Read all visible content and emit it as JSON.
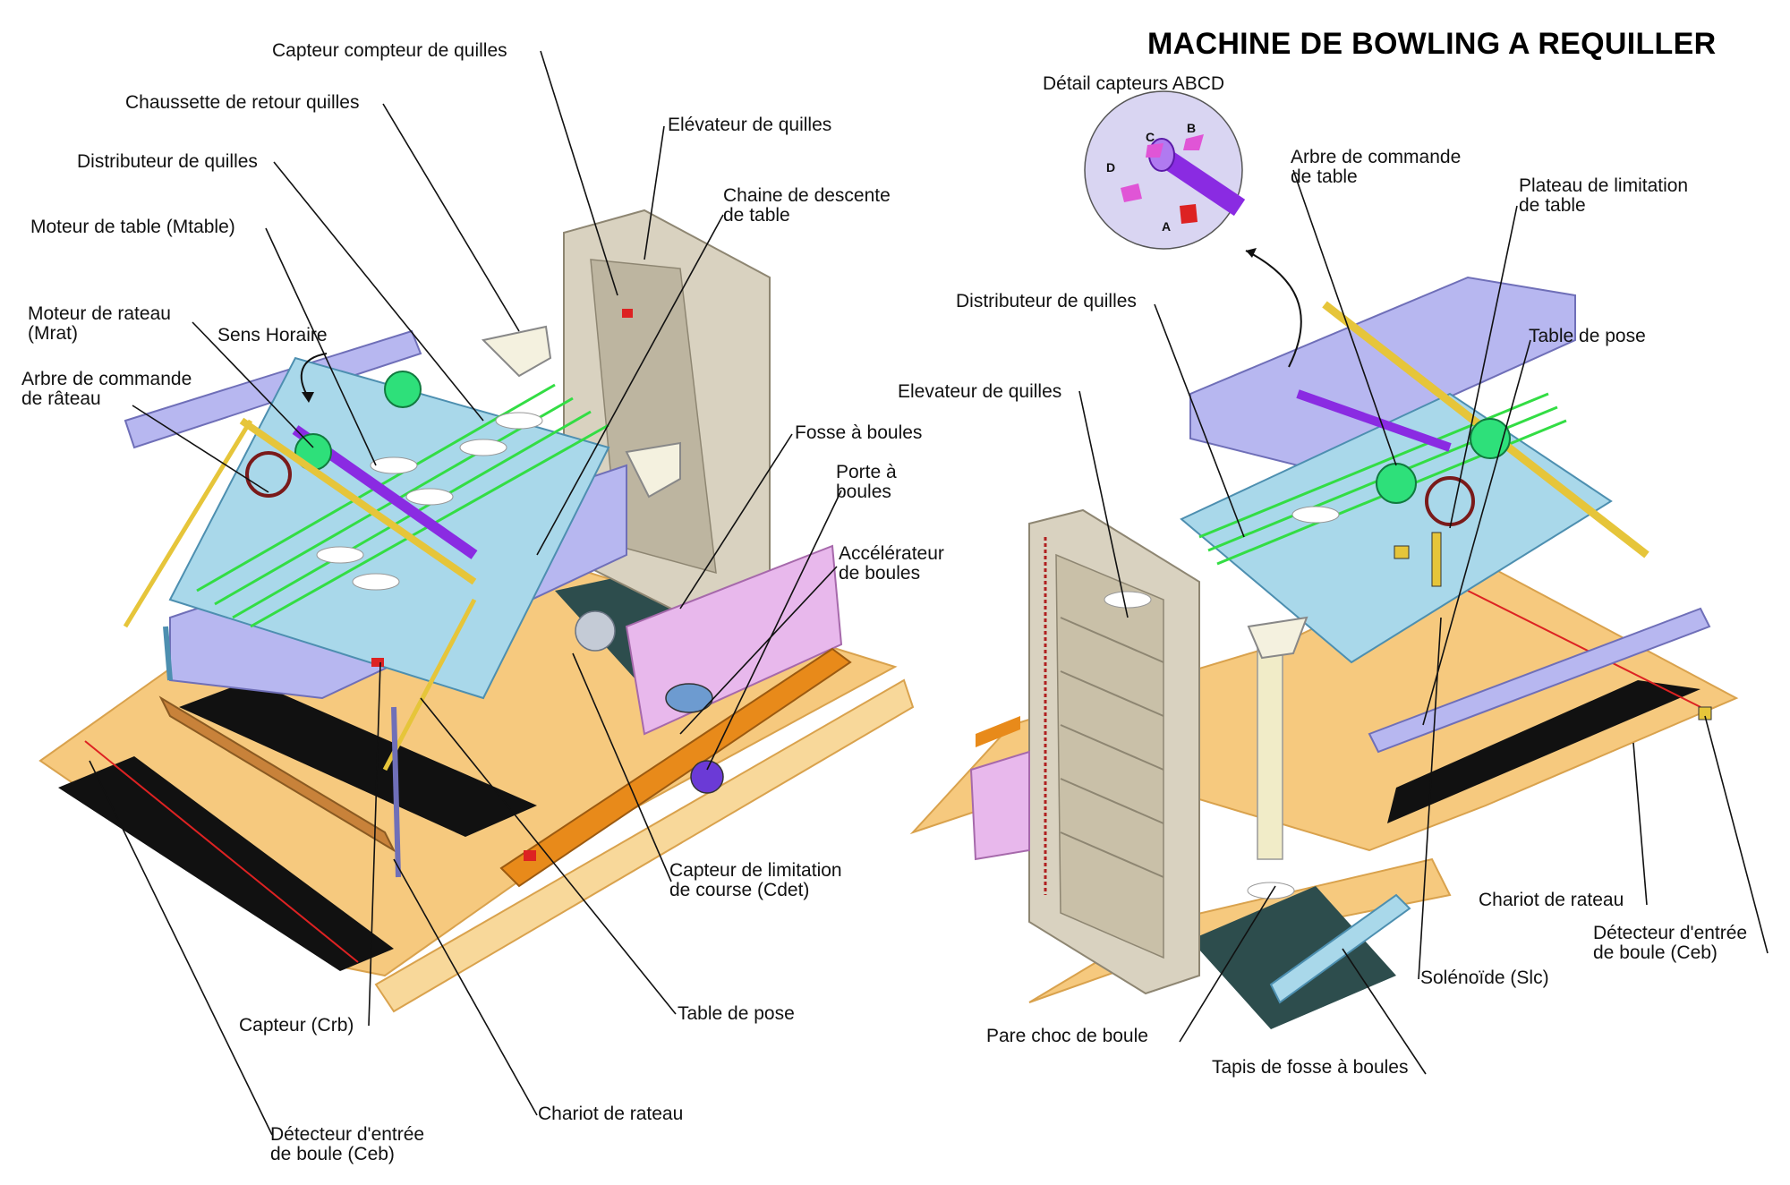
{
  "title": "MACHINE DE BOWLING A REQUILLER",
  "detail": {
    "caption": "Détail capteurs ABCD",
    "letters": [
      "A",
      "B",
      "C",
      "D"
    ]
  },
  "left_view": {
    "labels": [
      "Capteur compteur de quilles",
      "Chaussette de retour quilles",
      "Elévateur de quilles",
      "Distributeur de quilles",
      "Chaine de descente\nde table",
      "Moteur de table (Mtable)",
      "Moteur de rateau\n(Mrat)",
      "Sens Horaire",
      "Arbre de commande\nde râteau",
      "Fosse à boules",
      "Porte à\nboules",
      "Accélérateur\nde boules",
      "Capteur de limitation\nde course (Cdet)",
      "Table de pose",
      "Capteur (Crb)",
      "Chariot de rateau",
      "Détecteur d'entrée\nde boule (Ceb)"
    ]
  },
  "right_view": {
    "labels": [
      "Arbre de commande\nde table",
      "Plateau de limitation\nde table",
      "Distributeur de quilles",
      "Table de pose",
      "Elevateur de quilles",
      "Chariot de rateau",
      "Détecteur d'entrée\nde boule (Ceb)",
      "Solénoïde (Slc)",
      "Pare choc de boule",
      "Tapis de fosse à boules"
    ]
  },
  "colors": {
    "lane": "#f6c97e",
    "lane_edge": "#d9a24d",
    "gutter": "#111111",
    "frame": "#b7b7f0",
    "table_blue": "#a9d8ea",
    "cable_green": "#33dd44",
    "motor_green": "#2ee07a",
    "rail_yellow": "#e6c53a",
    "elevator_tan": "#d9d2c0",
    "pink_panel": "#e8b8ec",
    "purple_shaft": "#8a2be2",
    "orange_beam": "#e88a1a"
  }
}
